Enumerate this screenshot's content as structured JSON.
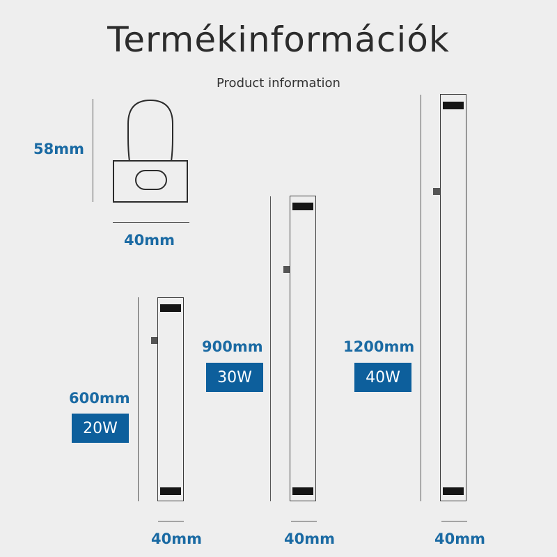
{
  "header": {
    "title": "Termékinformációk",
    "subtitle": "Product information"
  },
  "end_cap": {
    "height_label": "58mm",
    "width_label": "40mm"
  },
  "products": [
    {
      "length_label": "600mm",
      "power_label": "20W",
      "width_label": "40mm"
    },
    {
      "length_label": "900mm",
      "power_label": "30W",
      "width_label": "40mm"
    },
    {
      "length_label": "1200mm",
      "power_label": "40W",
      "width_label": "40mm"
    }
  ],
  "colors": {
    "accent": "#1a6aa3",
    "badge": "#0d5f9c",
    "background": "#eeeeee"
  }
}
